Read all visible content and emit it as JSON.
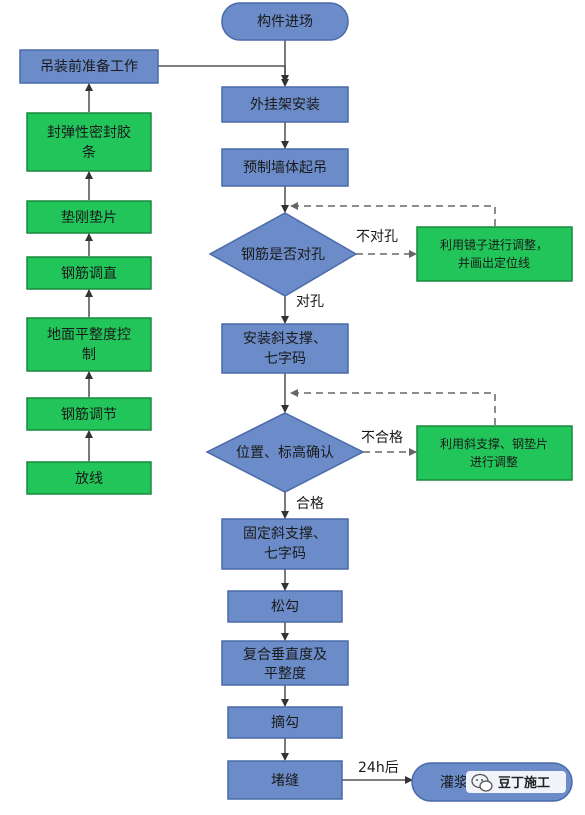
{
  "colors": {
    "blue_fill": "#6b8cc9",
    "blue_stroke": "#4a6aa8",
    "green_fill": "#22c55a",
    "green_stroke": "#1a8a3e",
    "arrow": "#333333",
    "dashed": "#666666"
  },
  "nodes": {
    "start": "构件进场",
    "prep": "吊装前准备工作",
    "seal": "封弹性密封胶条",
    "shim": "垫刚垫片",
    "rebar_straighten": "钢筋调直",
    "floor_level": "地面平整度控制",
    "rebar_adjust": "钢筋调节",
    "layout": "放线",
    "scaffold": "外挂架安装",
    "hoist": "预制墙体起吊",
    "rebar_check": "钢筋是否对孔",
    "mirror_adjust": "利用镜子进行调整，并画出定位线",
    "install_brace": "安装斜支撑、七字码",
    "position_check": "位置、标高确认",
    "brace_adjust": "利用斜支撑、钢垫片进行调整",
    "fix_brace": "固定斜支撑、七字码",
    "release_hook": "松勾",
    "recheck": "复合垂直度及平整度",
    "unhook": "摘勾",
    "grout": "堵缝",
    "grouting": "灌浆"
  },
  "edge_labels": {
    "not_aligned": "不对孔",
    "aligned": "对孔",
    "failed": "不合格",
    "passed": "合格",
    "after_24h": "24h后"
  },
  "watermark": {
    "icon": "wechat-icon",
    "text": "豆丁施工"
  }
}
